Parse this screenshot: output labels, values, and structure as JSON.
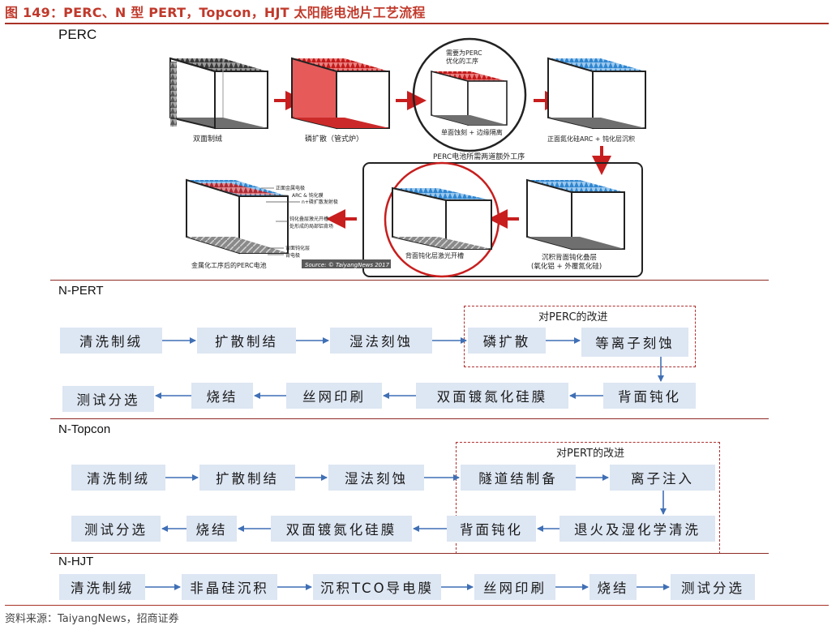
{
  "figure_title": "图 149：PERC、N 型 PERT，Topcon，HJT 太阳能电池片工艺流程",
  "source": "资料来源：TaiyangNews，招商证券",
  "perc": {
    "label": "PERC",
    "step1": "双面制绒",
    "step2": "磷扩散（管式炉）",
    "step3_note": "需要为PERC优化的工序",
    "step3_note_l1": "需要为PERC",
    "step3_note_l2": "优化的工序",
    "step3": "单面蚀刻 + 边缘隔离",
    "step4": "正面氮化硅ARC + 钝化层沉积",
    "extra_label": "PERC电池所需两道额外工序",
    "step5": "沉积背面钝化叠层",
    "step5_sub": "(氧化铝 + 外覆氮化硅)",
    "step6": "背面钝化层激光开槽",
    "final": "金属化工序后的PERC电池",
    "layers": [
      "正面金属电极",
      "ARC & 钝化膜",
      "n+磷扩散发射极",
      "钝化叠层激光开槽",
      "处形成的局部铝背场",
      "背面钝化层",
      "背电极"
    ],
    "image_source": "Source: © TaiyangNews 2017"
  },
  "npert": {
    "label": "N-PERT",
    "improve_label": "对PERC的改进",
    "row1": [
      "清洗制绒",
      "扩散制结",
      "湿法刻蚀",
      "磷扩散",
      "等离子刻蚀"
    ],
    "row2": [
      "测试分选",
      "烧结",
      "丝网印刷",
      "双面镀氮化硅膜",
      "背面钝化"
    ]
  },
  "topcon": {
    "label": "N-Topcon",
    "improve_label": "对PERT的改进",
    "row1": [
      "清洗制绒",
      "扩散制结",
      "湿法刻蚀",
      "隧道结制备",
      "离子注入"
    ],
    "row2": [
      "测试分选",
      "烧结",
      "双面镀氮化硅膜",
      "背面钝化",
      "退火及湿化学清洗"
    ]
  },
  "hjt": {
    "label": "N-HJT",
    "row": [
      "清洗制绒",
      "非晶硅沉积",
      "沉积TCO导电膜",
      "丝网印刷",
      "烧结",
      "测试分选"
    ]
  },
  "colors": {
    "accent": "#c0392b",
    "box": "#dde6f3",
    "arrow": "#3f6fb5",
    "red_texture": "#c81e1e",
    "blue_texture": "#3b8fd4",
    "grey_texture": "#555555"
  }
}
